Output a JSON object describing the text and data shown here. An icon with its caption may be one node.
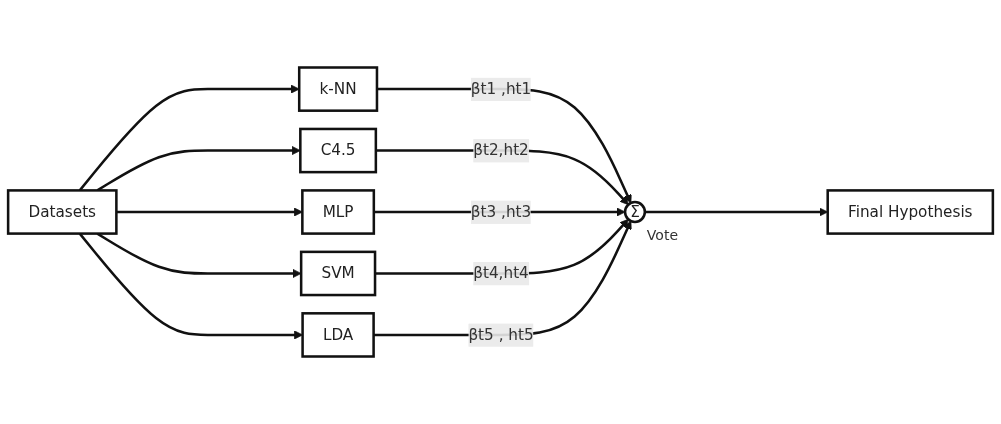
{
  "diagram": {
    "nodes": [
      {
        "text": [
          "Datasets"
        ]
      },
      {
        "text": [
          "k-NN"
        ]
      },
      {
        "text": [
          "C4.5"
        ]
      },
      {
        "text": [
          "MLP"
        ]
      },
      {
        "text": [
          "SVM"
        ]
      },
      {
        "text": [
          "LDA"
        ]
      },
      {
        "text": [
          "Σ"
        ],
        "beside": [
          "Vote"
        ]
      },
      {
        "text": [
          "Final Hypothesis"
        ]
      }
    ],
    "edges": [
      {
        "from": 0,
        "to": 1,
        "arrow": "to"
      },
      {
        "from": 0,
        "to": 2,
        "arrow": "to"
      },
      {
        "from": 0,
        "to": 3,
        "arrow": "to"
      },
      {
        "from": 0,
        "to": 4,
        "arrow": "to"
      },
      {
        "from": 0,
        "to": 5,
        "arrow": "to"
      },
      {
        "from": 1,
        "to": 6,
        "arrow": "to",
        "label": "βt1 ,ht1"
      },
      {
        "from": 2,
        "to": 6,
        "arrow": "to",
        "label": "βt2,ht2"
      },
      {
        "from": 3,
        "to": 6,
        "arrow": "to",
        "label": "βt3 ,ht3"
      },
      {
        "from": 4,
        "to": 6,
        "arrow": "to",
        "label": "βt4,ht4"
      },
      {
        "from": 5,
        "to": 6,
        "arrow": "to",
        "label": "βt5 , ht5"
      },
      {
        "from": 6,
        "to": 7,
        "arrow": "to"
      }
    ]
  }
}
